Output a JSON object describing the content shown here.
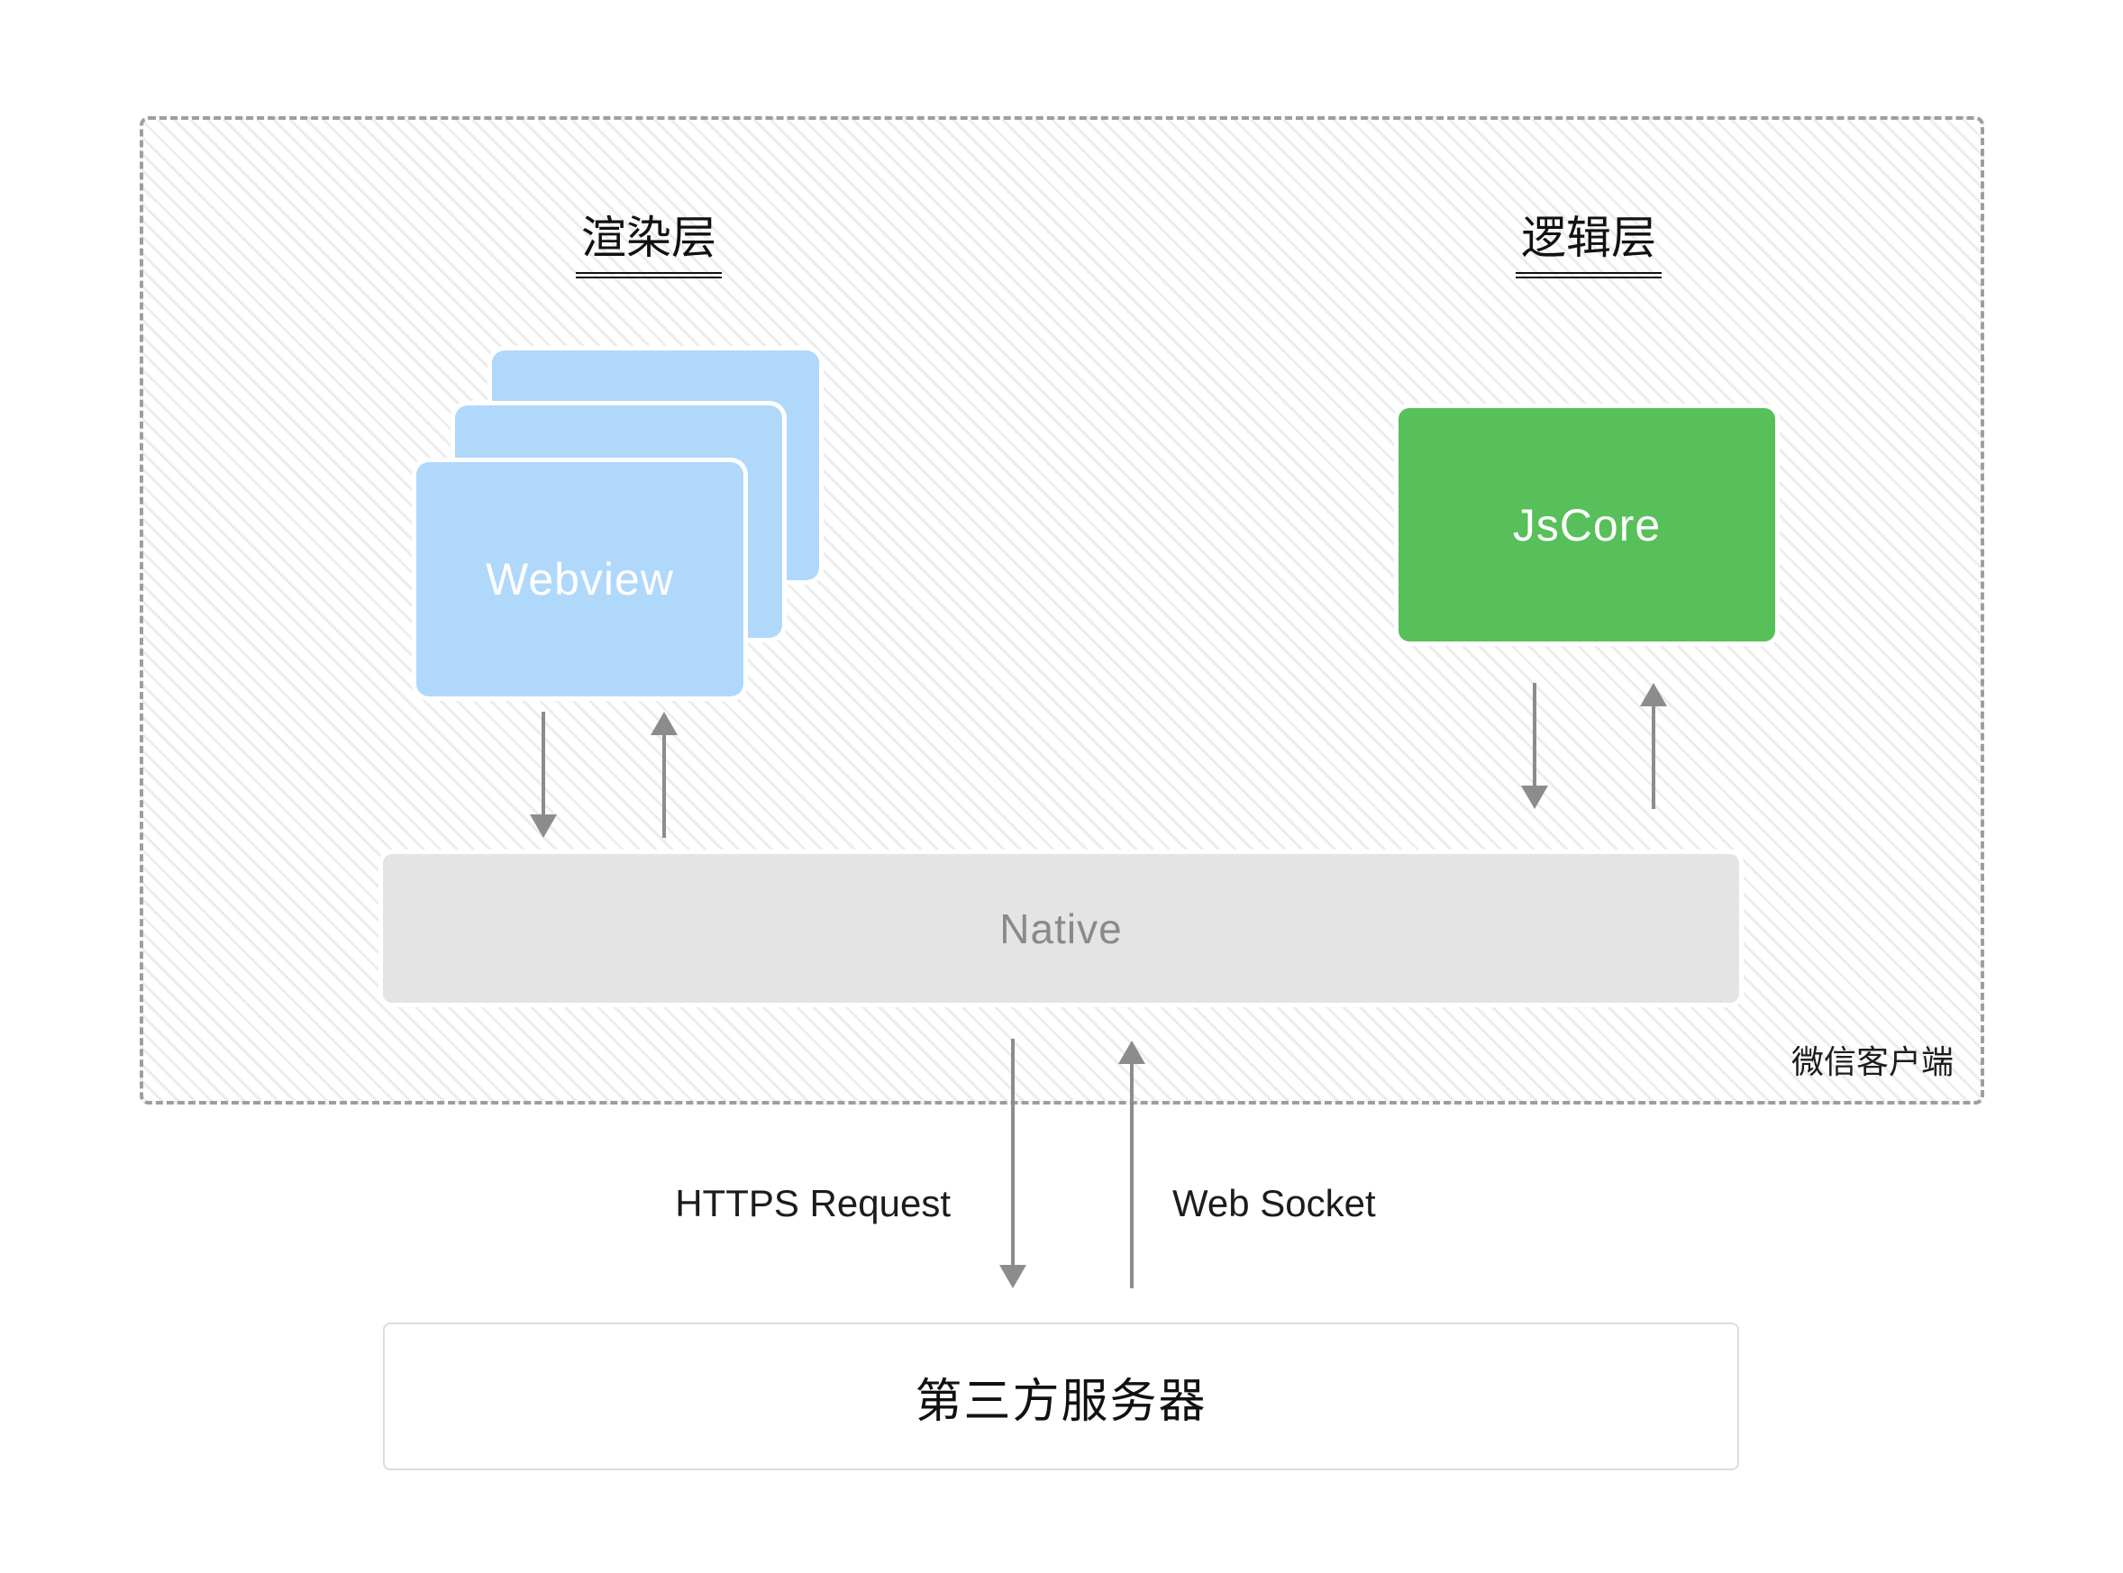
{
  "diagram": {
    "client": {
      "label": "微信客户端"
    },
    "render_layer": {
      "title": "渲染层",
      "webview_label": "Webview"
    },
    "logic_layer": {
      "title": "逻辑层",
      "jscore_label": "JsCore"
    },
    "native": {
      "label": "Native"
    },
    "server": {
      "label": "第三方服务器"
    },
    "links": {
      "https": "HTTPS Request",
      "websocket": "Web Socket"
    }
  },
  "colors": {
    "webview-blue": "#b0d8fb",
    "jscore-green": "#58c05b",
    "native-gray": "#e4e4e4",
    "native-text": "#8a8a8a",
    "arrow-gray": "#8c8c8c",
    "dash-border": "#9e9e9e",
    "server-border": "#dddddd",
    "text-dark": "#1c1c1c"
  }
}
